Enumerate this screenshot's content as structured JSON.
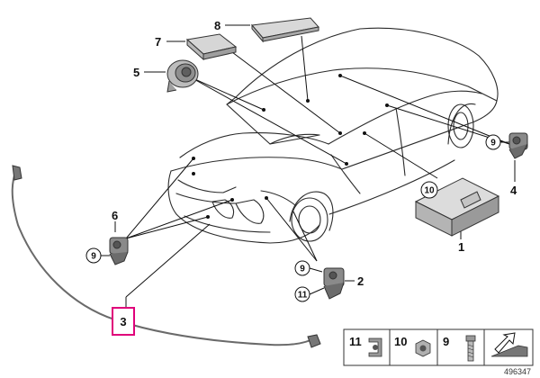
{
  "diagram": {
    "parts": [
      {
        "number": "1"
      },
      {
        "number": "2"
      },
      {
        "number": "3"
      },
      {
        "number": "4"
      },
      {
        "number": "5"
      },
      {
        "number": "6"
      },
      {
        "number": "7"
      },
      {
        "number": "8"
      },
      {
        "number": "9"
      },
      {
        "number": "10"
      },
      {
        "number": "11"
      }
    ],
    "highlighted_part": "3",
    "highlight_color": "#e0007a",
    "fastener_legend": [
      {
        "number": "11",
        "icon": "clip-nut-icon"
      },
      {
        "number": "10",
        "icon": "hex-flange-nut-icon"
      },
      {
        "number": "9",
        "icon": "screw-icon"
      },
      {
        "icon": "arrow-to-part-icon"
      }
    ],
    "catalog_number": "496347"
  }
}
